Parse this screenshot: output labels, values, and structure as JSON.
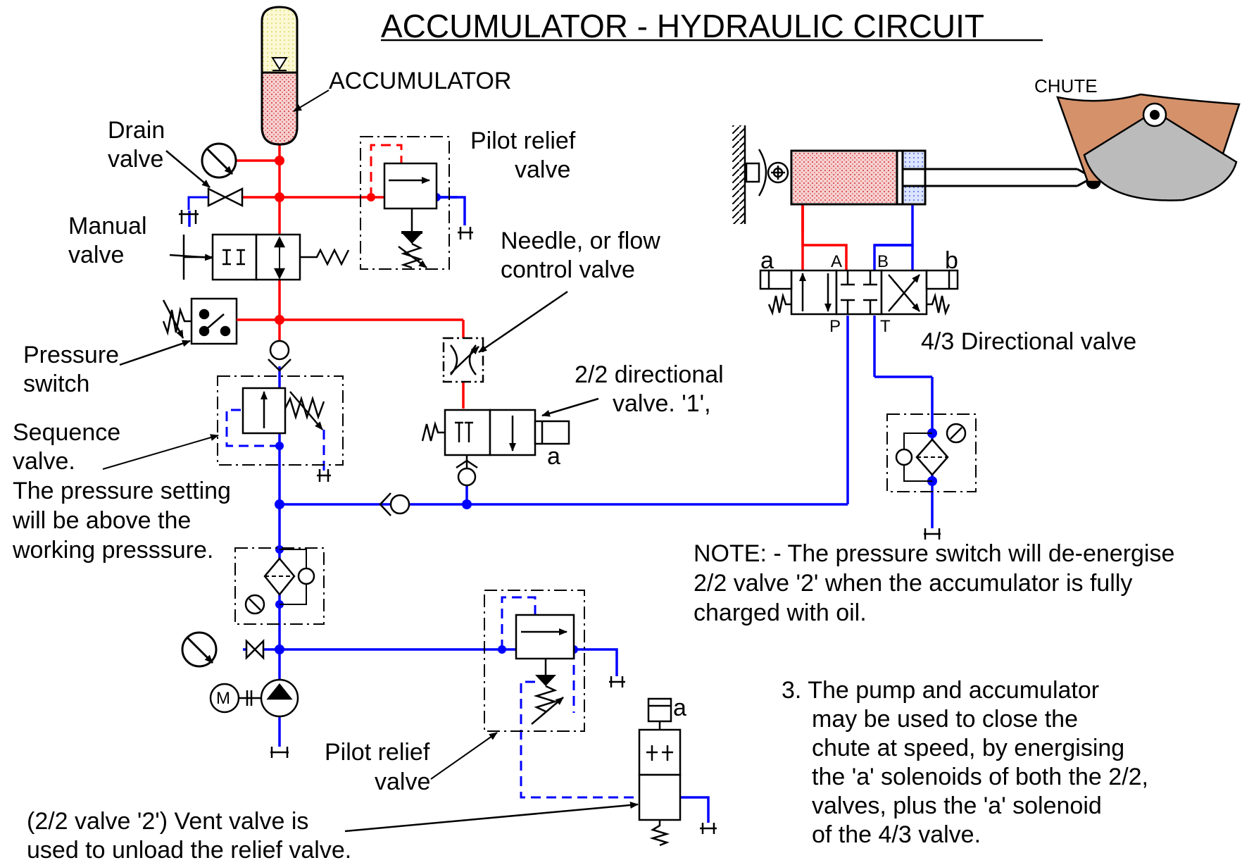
{
  "title": "ACCUMULATOR - HYDRAULIC CIRCUIT",
  "labels": {
    "accumulator": "ACCUMULATOR",
    "drain_valve": [
      "Drain",
      "valve"
    ],
    "manual_valve": [
      "Manual",
      "valve"
    ],
    "pilot_relief_top": [
      "Pilot relief",
      "valve"
    ],
    "needle_valve": [
      "Needle, or flow",
      "control valve"
    ],
    "pressure_switch": [
      "Pressure",
      "switch"
    ],
    "sequence_valve": [
      "Sequence",
      "valve.",
      "The pressure setting",
      "will be above the",
      "working presssure."
    ],
    "directional_2_2": [
      "2/2 directional",
      "valve. '1',"
    ],
    "solenoid_a": "a",
    "chute": "CHUTE",
    "dir_4_3": "4/3 Directional valve",
    "port_a": "A",
    "port_b": "B",
    "port_p": "P",
    "port_t": "T",
    "sol_a_4_3": "a",
    "sol_b_4_3": "b",
    "motor": "M",
    "pilot_relief_bottom": [
      "Pilot relief",
      "valve"
    ],
    "vent_valve": [
      "(2/2 valve '2') Vent valve is",
      "used to unload the relief valve."
    ],
    "vent_solenoid_a": "a"
  },
  "notes": {
    "note_main": [
      "NOTE: - The pressure switch will de-energise",
      "2/2 valve '2' when the accumulator is fully",
      "charged with oil."
    ],
    "note_3": [
      "3. The pump and accumulator",
      "may be used to close the",
      "chute at speed, by energising",
      "the 'a' solenoids of both the 2/2,",
      "valves, plus the 'a' solenoid",
      "of the 4/3 valve."
    ]
  },
  "colors": {
    "pressure_line": "#ff0000",
    "return_line": "#0000ff",
    "chute": "#d4916a",
    "gate": "#bbbbbb"
  }
}
